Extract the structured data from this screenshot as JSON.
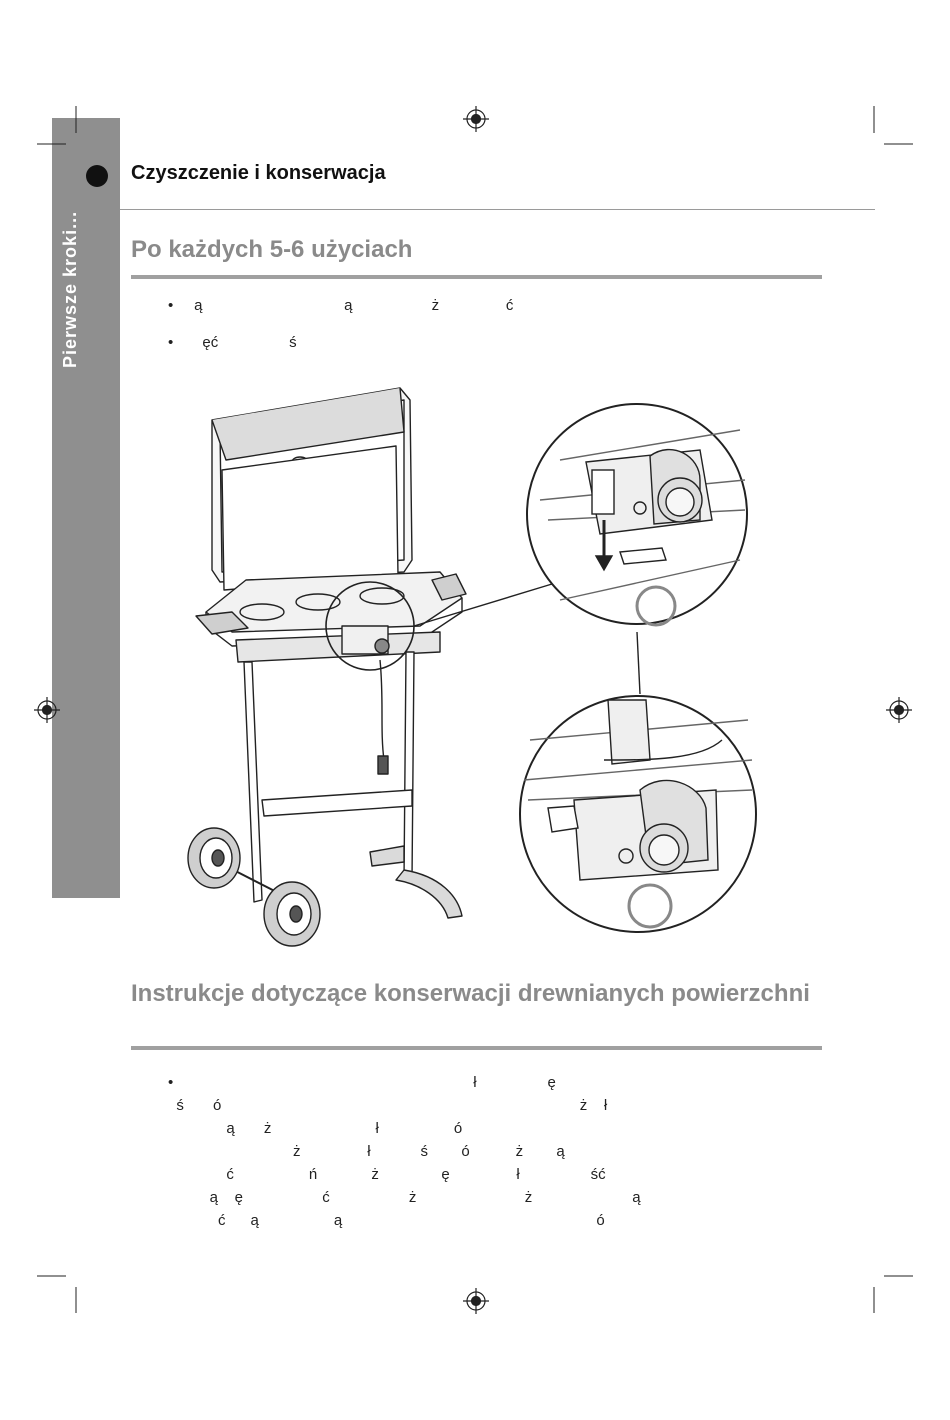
{
  "side_tab": {
    "label": "Pierwsze kroki..."
  },
  "header": {
    "section_title": "Czyszczenie i konserwacja"
  },
  "section_a": {
    "heading": "Po każdych 5-6 użyciach",
    "bullets": [
      "•     ą                                  ą                   ż                ć",
      "•       ęć                 ś"
    ]
  },
  "section_b": {
    "heading": "Instrukcje dotyczące konserwacji drewnianych powierzchni",
    "paragraph": "•                                                                        ł                 ę\n  ś       ó                                                                                      ż    ł\n              ą       ż                         ł                  ó\n                              ż                ł            ś        ó           ż        ą\n              ć                  ń             ż               ę                ł                 ść\n          ą    ę                   ć                   ż                          ż                        ą\n            ć      ą                  ą                                                             ó"
  },
  "colors": {
    "side_tab": "#8f8f8f",
    "heading_gray": "#8a8a8a",
    "rule_gray": "#a0a0a0"
  },
  "icons": [
    "registration-mark-icon",
    "bbq-grill-illustration",
    "control-knob-detail-icon"
  ]
}
